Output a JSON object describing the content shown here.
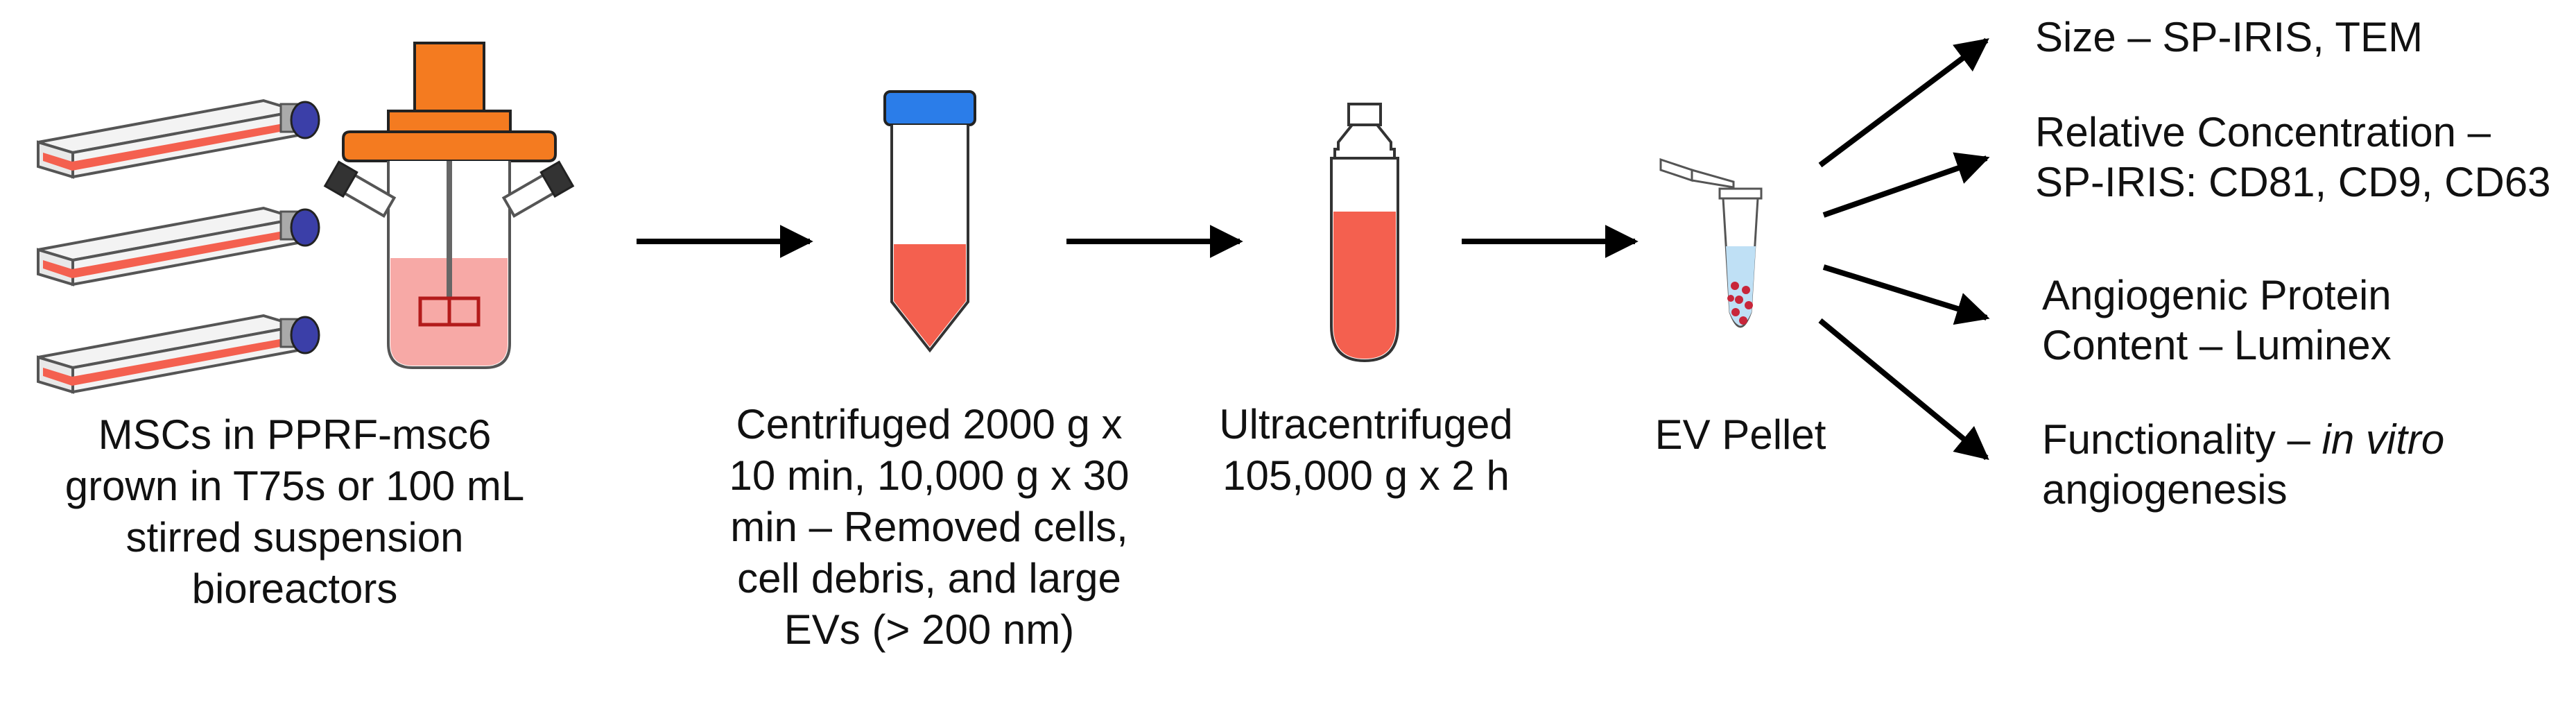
{
  "steps": {
    "culture": {
      "lines": [
        "MSCs in PPRF-msc6",
        "grown in T75s or 100 mL",
        "stirred suspension",
        "bioreactors"
      ]
    },
    "centrifuge": {
      "lines": [
        "Centrifuged 2000 g x",
        "10 min, 10,000 g x 30",
        "min – Removed cells,",
        "cell debris, and large",
        "EVs (> 200 nm)"
      ]
    },
    "ultracentrifuge": {
      "lines": [
        "Ultracentrifuged",
        "105,000 g x 2 h"
      ]
    },
    "pellet": {
      "label": "EV Pellet"
    }
  },
  "analyses": {
    "size": "Size – SP-IRIS, TEM",
    "concentration_line1": "Relative Concentration –",
    "concentration_line2": "SP-IRIS: CD81, CD9, CD63",
    "protein_line1": "Angiogenic Protein",
    "protein_line2": "Content – Luminex",
    "functionality_prefix": "Functionality – ",
    "functionality_italic": "in vitro",
    "functionality_line2": "angiogenesis"
  },
  "colors": {
    "media": "#f4604f",
    "medium_light": "#f7a9a6",
    "orange": "#f47b20",
    "cap_blue": "#2b7de9",
    "flask_cap": "#3b3fa8",
    "arrow": "#000000",
    "pellet_dot": "#c8263a",
    "pellet_liquid": "#bfe0f5"
  }
}
